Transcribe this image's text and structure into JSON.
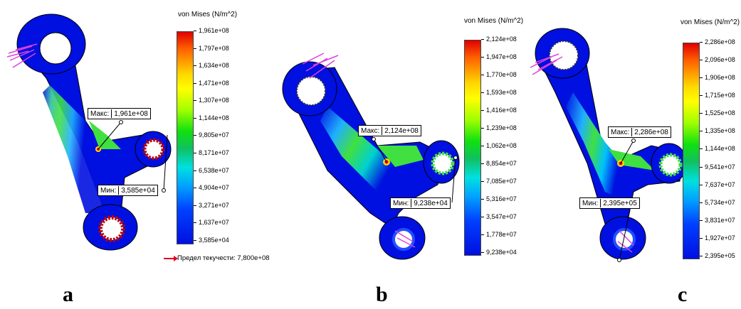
{
  "panels": [
    {
      "legend_title": "von Mises (N/m^2)",
      "ticks": [
        "1,961e+08",
        "1,797e+08",
        "1,634e+08",
        "1,471e+08",
        "1,307e+08",
        "1,144e+08",
        "9,805e+07",
        "8,171e+07",
        "6,538e+07",
        "4,904e+07",
        "3,271e+07",
        "1,637e+07",
        "3,585e+04"
      ],
      "max_label": "Макс:",
      "max_value": "1,961e+08",
      "min_label": "Мин:",
      "min_value": "3,585e+04",
      "yield_text": "Предел текучести: 7,800e+08",
      "fig_label": "a"
    },
    {
      "legend_title": "von Mises (N/m^2)",
      "ticks": [
        "2,124e+08",
        "1,947e+08",
        "1,770e+08",
        "1,593e+08",
        "1,416e+08",
        "1,239e+08",
        "1,062e+08",
        "8,854e+07",
        "7,085e+07",
        "5,316e+07",
        "3,547e+07",
        "1,778e+07",
        "9,238e+04"
      ],
      "max_label": "Макс:",
      "max_value": "2,124e+08",
      "min_label": "Мин:",
      "min_value": "9,238e+04",
      "fig_label": "b"
    },
    {
      "legend_title": "von Mises (N/m^2)",
      "ticks": [
        "2,286e+08",
        "2,096e+08",
        "1,906e+08",
        "1,715e+08",
        "1,525e+08",
        "1,335e+08",
        "1,144e+08",
        "9,541e+07",
        "7,637e+07",
        "5,734e+07",
        "3,831e+07",
        "1,927e+07",
        "2,395e+05"
      ],
      "max_label": "Макс:",
      "max_value": "2,286e+08",
      "min_label": "Мин:",
      "min_value": "2,395e+05",
      "fig_label": "c"
    }
  ],
  "colors": {
    "high": "#e00000",
    "mid": "#10e010",
    "low": "#0010e0",
    "load_arrows": "#e040e0",
    "yield_arrow": "#e00020"
  }
}
